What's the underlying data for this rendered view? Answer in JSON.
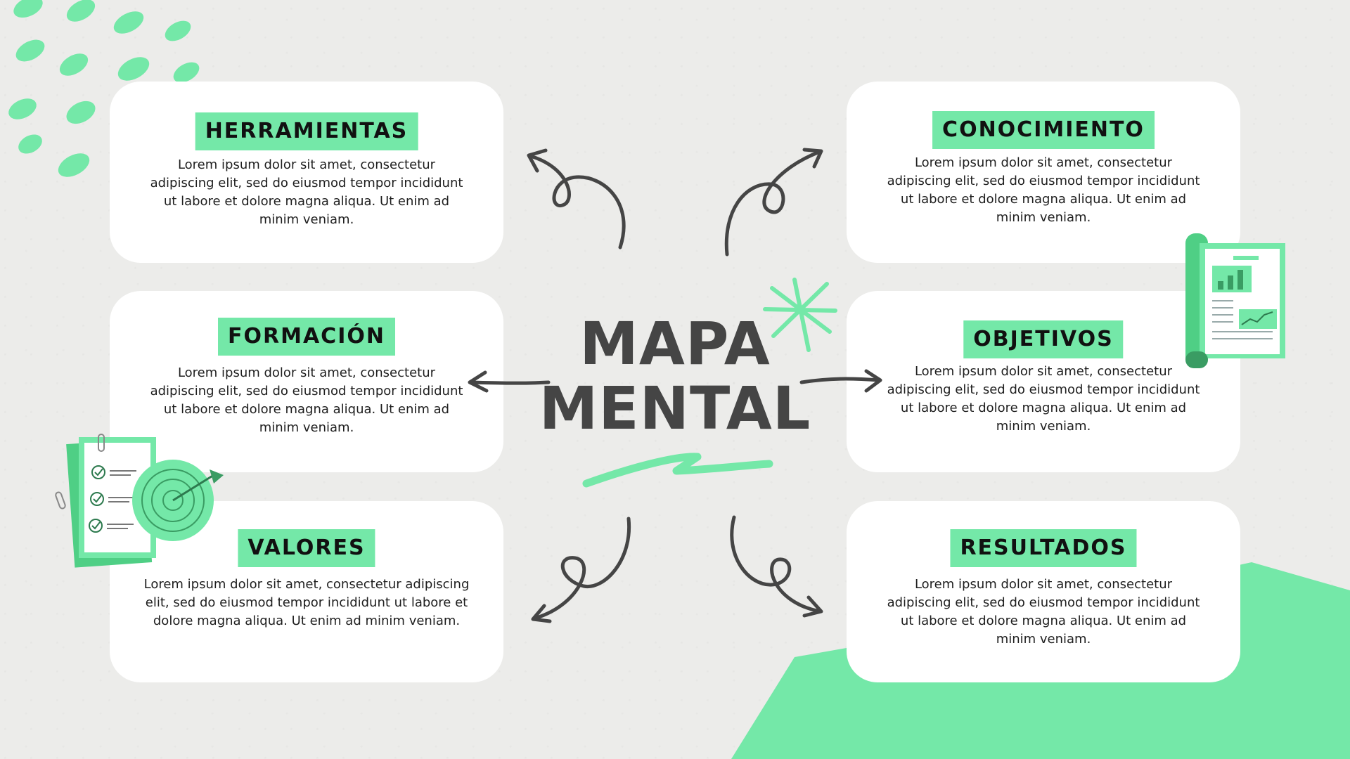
{
  "title": {
    "line1": "MAPA",
    "line2": "MENTAL"
  },
  "nodes": [
    {
      "heading": "HERRAMIENTAS",
      "text": "Lorem ipsum dolor sit amet, consectetur adipiscing elit, sed do eiusmod tempor incididunt ut labore et dolore magna aliqua. Ut enim ad minim veniam."
    },
    {
      "heading": "CONOCIMIENTO",
      "text": "Lorem ipsum dolor sit amet, consectetur adipiscing elit, sed do eiusmod tempor incididunt ut labore et dolore magna aliqua. Ut enim ad minim veniam."
    },
    {
      "heading": "FORMACIÓN",
      "text": "Lorem ipsum dolor sit amet, consectetur adipiscing elit, sed do eiusmod tempor incididunt ut labore et dolore magna aliqua. Ut enim ad minim veniam."
    },
    {
      "heading": "OBJETIVOS",
      "text": "Lorem ipsum dolor sit amet, consectetur adipiscing elit, sed do eiusmod tempor incididunt ut labore et dolore magna aliqua. Ut enim ad minim veniam."
    },
    {
      "heading": "VALORES",
      "text": "Lorem ipsum dolor sit amet, consectetur adipiscing elit, sed do eiusmod tempor incididunt ut labore et dolore magna aliqua. Ut enim ad minim veniam."
    },
    {
      "heading": "RESULTADOS",
      "text": "Lorem ipsum dolor sit amet, consectetur adipiscing elit, sed do eiusmod tempor incididunt ut labore et dolore magna aliqua. Ut enim ad minim veniam."
    }
  ],
  "colors": {
    "accent": "#74e8a8",
    "accent_dark": "#4fcf85",
    "ink": "#454545",
    "card": "#ffffff",
    "background": "#ececea"
  },
  "icons": [
    "brush-dots-decoration",
    "sparkle-icon",
    "swoosh-underline",
    "report-document-icon",
    "target-checklist-icon",
    "curly-arrow-icon"
  ]
}
